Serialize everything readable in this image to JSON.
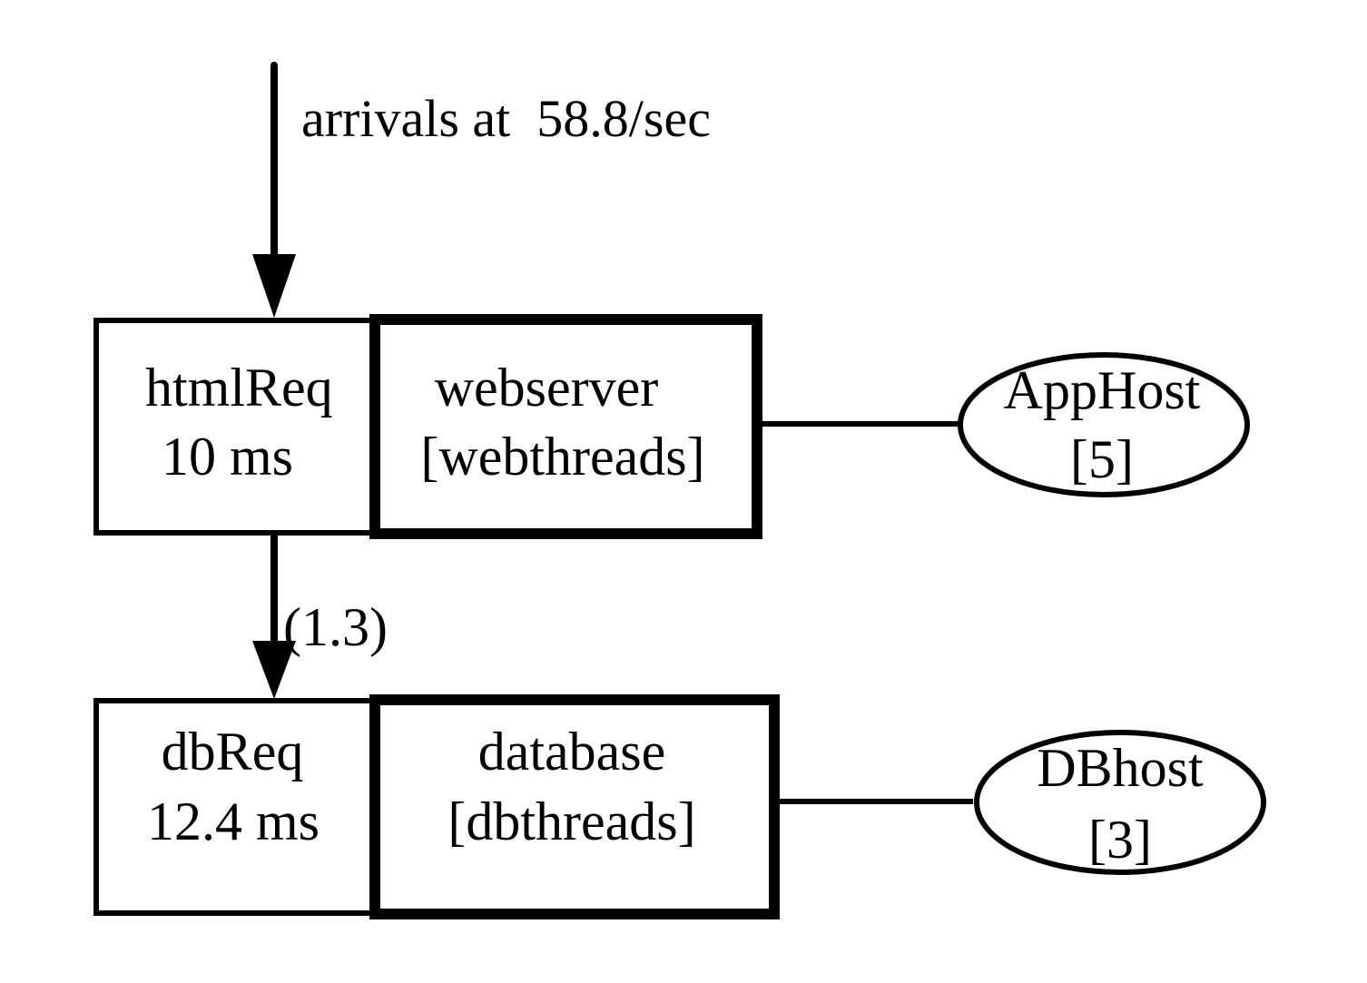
{
  "arrival": {
    "label": "arrivals at  58.8/sec"
  },
  "tasks": [
    {
      "entry": {
        "name": "htmlReq",
        "service_time": "10 ms"
      },
      "task": {
        "name": "webserver",
        "threads": "[webthreads]"
      },
      "processor": {
        "name": "AppHost",
        "multiplicity": "[5]"
      }
    },
    {
      "entry": {
        "name": "dbReq",
        "service_time": "12.4 ms"
      },
      "task": {
        "name": "database",
        "threads": "[dbthreads]"
      },
      "processor": {
        "name": "DBhost",
        "multiplicity": "[3]"
      }
    }
  ],
  "calls": [
    {
      "from": "htmlReq",
      "to": "dbReq",
      "mean_calls": "(1.3)"
    }
  ],
  "colors": {
    "stroke": "#000000",
    "background": "#ffffff"
  }
}
